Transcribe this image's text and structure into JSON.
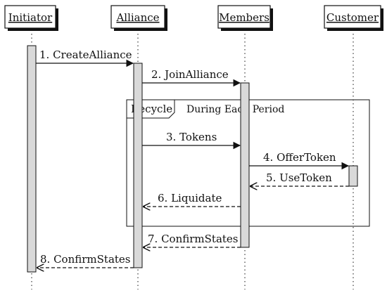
{
  "participants": [
    "Initiator",
    "Alliance",
    "Members",
    "Customer"
  ],
  "messages": [
    "1. CreateAlliance",
    "2. JoinAlliance",
    "3. Tokens",
    "4. OfferToken",
    "5. UseToken",
    "6. Liquidate",
    "7. ConfirmStates",
    "8. ConfirmStates"
  ],
  "fragment": {
    "operator": "Recycle",
    "guard": "During Each Period"
  },
  "colors": {
    "stroke": "#111111",
    "activation_fill": "#d9d9d9",
    "shadow": "#111111"
  }
}
